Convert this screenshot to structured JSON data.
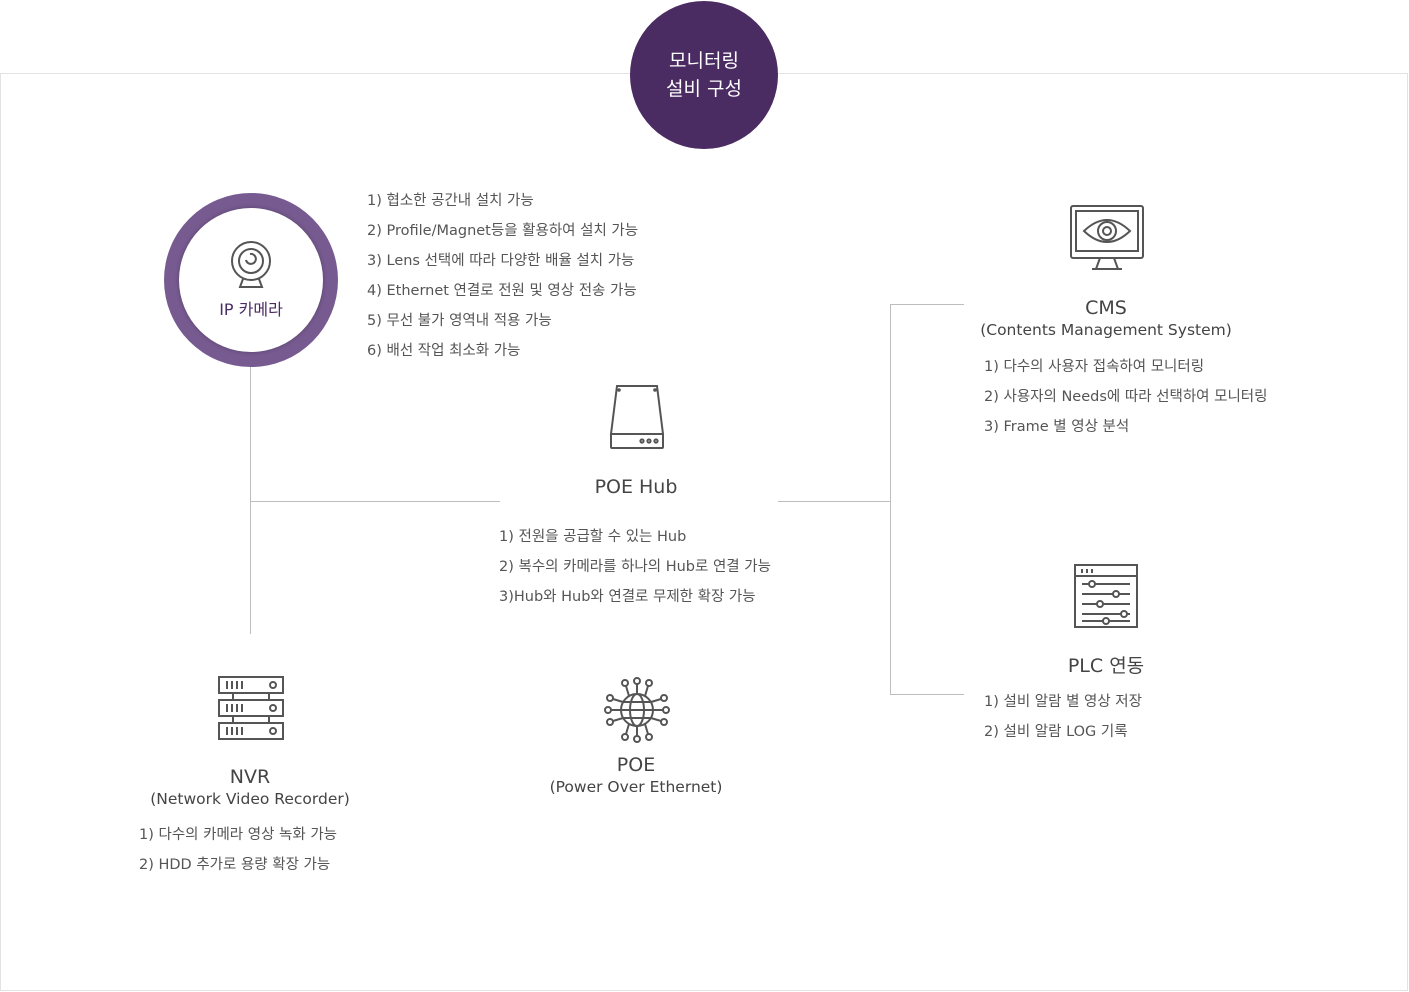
{
  "title": {
    "line1": "모니터링",
    "line2": "설비 구성"
  },
  "ip_camera": {
    "label": "IP 카메라",
    "items": [
      "1) 협소한 공간내 설치 가능",
      "2) Profile/Magnet등을 활용하여 설치 가능",
      "3) Lens 선택에 따라 다양한 배율 설치 가능",
      "4) Ethernet 연결로 전원 및 영상 전송 가능",
      "5) 무선 불가 영역내 적용 가능",
      "6) 배선 작업 최소화 가능"
    ]
  },
  "poe_hub": {
    "label": "POE Hub",
    "items": [
      "1) 전원을 공급할 수 있는 Hub",
      "2) 복수의 카메라를 하나의 Hub로 연결 가능",
      "3)Hub와 Hub와 연결로 무제한 확장 가능"
    ]
  },
  "cms": {
    "label": "CMS",
    "sublabel": "(Contents Management System)",
    "items": [
      "1) 다수의 사용자 접속하여 모니터링",
      "2) 사용자의 Needs에 따라 선택하여 모니터링",
      "3) Frame 별 영상 분석"
    ]
  },
  "plc": {
    "label": "PLC 연동",
    "items": [
      "1) 설비 알람 별 영상 저장",
      "2) 설비 알람 LOG 기록"
    ]
  },
  "nvr": {
    "label": "NVR",
    "sublabel": "(Network Video Recorder)",
    "items": [
      "1) 다수의 카메라 영상 녹화 가능",
      "2) HDD 추가로 용량 확장 가능"
    ]
  },
  "poe": {
    "label": "POE",
    "sublabel": "(Power Over Ethernet)"
  },
  "colors": {
    "accent": "#4a2c63",
    "ring": "#765a90",
    "line": "#bdbdbd"
  }
}
